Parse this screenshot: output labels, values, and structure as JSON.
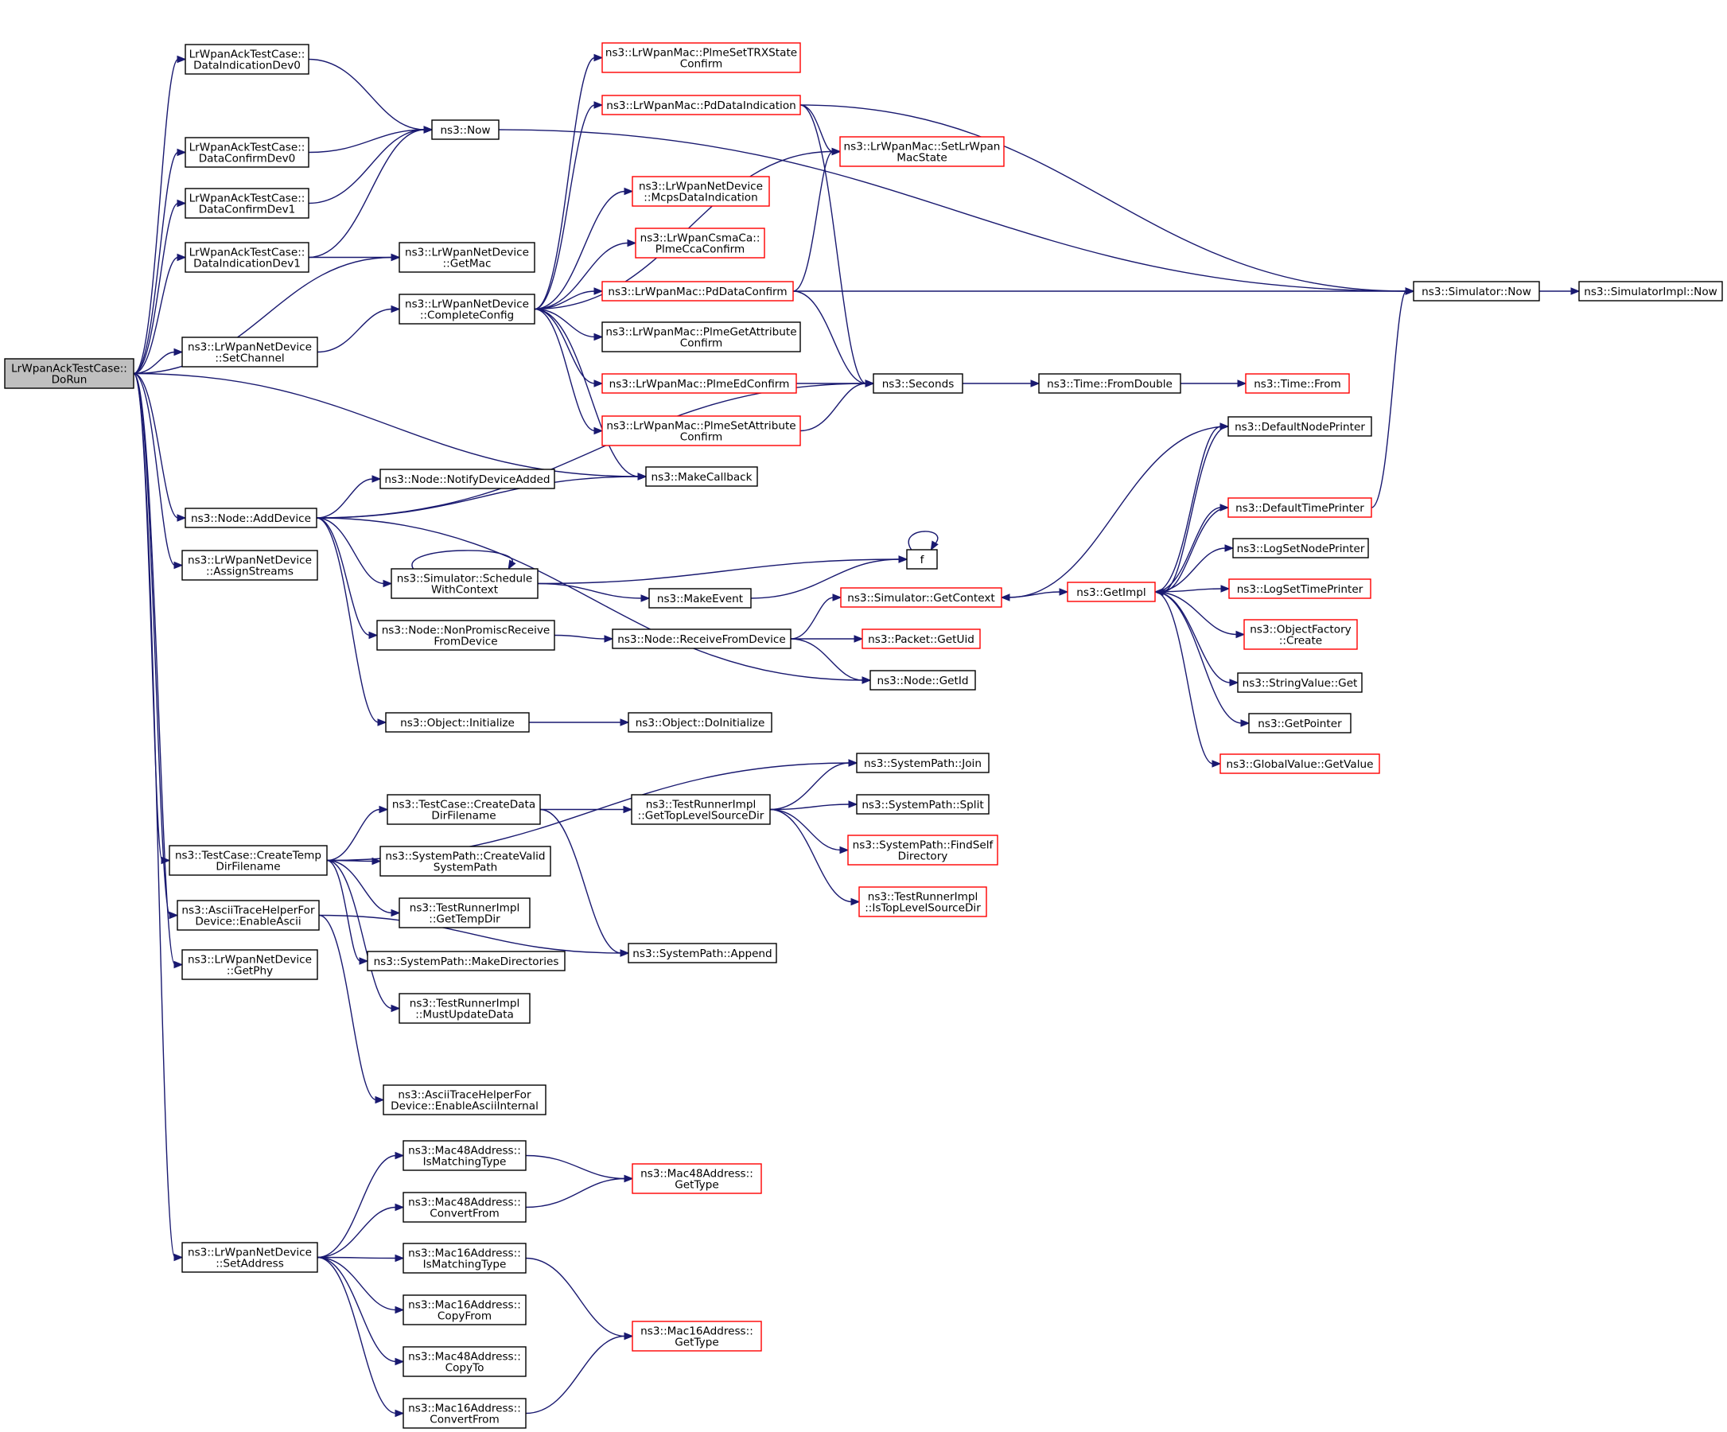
{
  "colors": {
    "edge": "#191970",
    "border_normal": "#000000",
    "border_truncated": "#ff0000",
    "root_fill": "#bfbfbf",
    "node_fill": "#ffffff"
  },
  "nodes": [
    {
      "id": "root",
      "lines": [
        "LrWpanAckTestCase::",
        "DoRun"
      ],
      "style": "root"
    },
    {
      "id": "dataIndDev0",
      "lines": [
        "LrWpanAckTestCase::",
        "DataIndicationDev0"
      ],
      "style": "normal"
    },
    {
      "id": "dataConfDev0",
      "lines": [
        "LrWpanAckTestCase::",
        "DataConfirmDev0"
      ],
      "style": "normal"
    },
    {
      "id": "dataConfDev1",
      "lines": [
        "LrWpanAckTestCase::",
        "DataConfirmDev1"
      ],
      "style": "normal"
    },
    {
      "id": "dataIndDev1",
      "lines": [
        "LrWpanAckTestCase::",
        "DataIndicationDev1"
      ],
      "style": "normal"
    },
    {
      "id": "setChannel",
      "lines": [
        "ns3::LrWpanNetDevice",
        "::SetChannel"
      ],
      "style": "normal"
    },
    {
      "id": "addDevice",
      "lines": [
        "ns3::Node::AddDevice"
      ],
      "style": "normal"
    },
    {
      "id": "assignStreams",
      "lines": [
        "ns3::LrWpanNetDevice",
        "::AssignStreams"
      ],
      "style": "normal"
    },
    {
      "id": "createTemp",
      "lines": [
        "ns3::TestCase::CreateTemp",
        "DirFilename"
      ],
      "style": "normal"
    },
    {
      "id": "enableAscii",
      "lines": [
        "ns3::AsciiTraceHelperFor",
        "Device::EnableAscii"
      ],
      "style": "normal"
    },
    {
      "id": "getPhy",
      "lines": [
        "ns3::LrWpanNetDevice",
        "::GetPhy"
      ],
      "style": "normal"
    },
    {
      "id": "setAddress",
      "lines": [
        "ns3::LrWpanNetDevice",
        "::SetAddress"
      ],
      "style": "normal"
    },
    {
      "id": "ns3Now",
      "lines": [
        "ns3::Now"
      ],
      "style": "normal"
    },
    {
      "id": "getMac",
      "lines": [
        "ns3::LrWpanNetDevice",
        "::GetMac"
      ],
      "style": "normal"
    },
    {
      "id": "completeConfig",
      "lines": [
        "ns3::LrWpanNetDevice",
        "::CompleteConfig"
      ],
      "style": "normal"
    },
    {
      "id": "notifyDeviceAdded",
      "lines": [
        "ns3::Node::NotifyDeviceAdded"
      ],
      "style": "normal"
    },
    {
      "id": "scheduleWithContext",
      "lines": [
        "ns3::Simulator::Schedule",
        "WithContext"
      ],
      "style": "normal"
    },
    {
      "id": "nonPromisc",
      "lines": [
        "ns3::Node::NonPromiscReceive",
        "FromDevice"
      ],
      "style": "normal"
    },
    {
      "id": "objInitialize",
      "lines": [
        "ns3::Object::Initialize"
      ],
      "style": "normal"
    },
    {
      "id": "createDataDir",
      "lines": [
        "ns3::TestCase::CreateData",
        "DirFilename"
      ],
      "style": "normal"
    },
    {
      "id": "createValid",
      "lines": [
        "ns3::SystemPath::CreateValid",
        "SystemPath"
      ],
      "style": "normal"
    },
    {
      "id": "getTempDir",
      "lines": [
        "ns3::TestRunnerImpl",
        "::GetTempDir"
      ],
      "style": "normal"
    },
    {
      "id": "makeDirs",
      "lines": [
        "ns3::SystemPath::MakeDirectories"
      ],
      "style": "normal"
    },
    {
      "id": "mustUpdate",
      "lines": [
        "ns3::TestRunnerImpl",
        "::MustUpdateData"
      ],
      "style": "normal"
    },
    {
      "id": "enableAsciiInternal",
      "lines": [
        "ns3::AsciiTraceHelperFor",
        "Device::EnableAsciiInternal"
      ],
      "style": "normal"
    },
    {
      "id": "mac48IsMatching",
      "lines": [
        "ns3::Mac48Address::",
        "IsMatchingType"
      ],
      "style": "normal"
    },
    {
      "id": "mac48ConvertFrom",
      "lines": [
        "ns3::Mac48Address::",
        "ConvertFrom"
      ],
      "style": "normal"
    },
    {
      "id": "mac16IsMatching",
      "lines": [
        "ns3::Mac16Address::",
        "IsMatchingType"
      ],
      "style": "normal"
    },
    {
      "id": "mac16CopyFrom",
      "lines": [
        "ns3::Mac16Address::",
        "CopyFrom"
      ],
      "style": "normal"
    },
    {
      "id": "mac48CopyTo",
      "lines": [
        "ns3::Mac48Address::",
        "CopyTo"
      ],
      "style": "normal"
    },
    {
      "id": "mac16ConvertFrom",
      "lines": [
        "ns3::Mac16Address::",
        "ConvertFrom"
      ],
      "style": "normal"
    },
    {
      "id": "plmeSetTRX",
      "lines": [
        "ns3::LrWpanMac::PlmeSetTRXState",
        "Confirm"
      ],
      "style": "truncated"
    },
    {
      "id": "pdDataInd",
      "lines": [
        "ns3::LrWpanMac::PdDataIndication"
      ],
      "style": "truncated"
    },
    {
      "id": "mcpsDataInd",
      "lines": [
        "ns3::LrWpanNetDevice",
        "::McpsDataIndication"
      ],
      "style": "truncated"
    },
    {
      "id": "plmeCca",
      "lines": [
        "ns3::LrWpanCsmaCa::",
        "PlmeCcaConfirm"
      ],
      "style": "truncated"
    },
    {
      "id": "pdDataConf",
      "lines": [
        "ns3::LrWpanMac::PdDataConfirm"
      ],
      "style": "truncated"
    },
    {
      "id": "plmeGetAttr",
      "lines": [
        "ns3::LrWpanMac::PlmeGetAttribute",
        "Confirm"
      ],
      "style": "normal"
    },
    {
      "id": "plmeEd",
      "lines": [
        "ns3::LrWpanMac::PlmeEdConfirm"
      ],
      "style": "truncated"
    },
    {
      "id": "plmeSetAttr",
      "lines": [
        "ns3::LrWpanMac::PlmeSetAttribute",
        "Confirm"
      ],
      "style": "truncated"
    },
    {
      "id": "makeCallback",
      "lines": [
        "ns3::MakeCallback"
      ],
      "style": "normal"
    },
    {
      "id": "f",
      "lines": [
        "f"
      ],
      "style": "normal"
    },
    {
      "id": "makeEvent",
      "lines": [
        "ns3::MakeEvent"
      ],
      "style": "normal"
    },
    {
      "id": "receiveFromDevice",
      "lines": [
        "ns3::Node::ReceiveFromDevice"
      ],
      "style": "normal"
    },
    {
      "id": "doInitialize",
      "lines": [
        "ns3::Object::DoInitialize"
      ],
      "style": "normal"
    },
    {
      "id": "getTopLevel",
      "lines": [
        "ns3::TestRunnerImpl",
        "::GetTopLevelSourceDir"
      ],
      "style": "normal"
    },
    {
      "id": "append",
      "lines": [
        "ns3::SystemPath::Append"
      ],
      "style": "normal"
    },
    {
      "id": "mac48GetType",
      "lines": [
        "ns3::Mac48Address::",
        "GetType"
      ],
      "style": "truncated"
    },
    {
      "id": "mac16GetType",
      "lines": [
        "ns3::Mac16Address::",
        "GetType"
      ],
      "style": "truncated"
    },
    {
      "id": "setLrWpanMacState",
      "lines": [
        "ns3::LrWpanMac::SetLrWpan",
        "MacState"
      ],
      "style": "truncated"
    },
    {
      "id": "seconds",
      "lines": [
        "ns3::Seconds"
      ],
      "style": "normal"
    },
    {
      "id": "getContext",
      "lines": [
        "ns3::Simulator::GetContext"
      ],
      "style": "truncated"
    },
    {
      "id": "getUid",
      "lines": [
        "ns3::Packet::GetUid"
      ],
      "style": "truncated"
    },
    {
      "id": "getId",
      "lines": [
        "ns3::Node::GetId"
      ],
      "style": "normal"
    },
    {
      "id": "join",
      "lines": [
        "ns3::SystemPath::Join"
      ],
      "style": "normal"
    },
    {
      "id": "split",
      "lines": [
        "ns3::SystemPath::Split"
      ],
      "style": "normal"
    },
    {
      "id": "findSelf",
      "lines": [
        "ns3::SystemPath::FindSelf",
        "Directory"
      ],
      "style": "truncated"
    },
    {
      "id": "isTopLevel",
      "lines": [
        "ns3::TestRunnerImpl",
        "::IsTopLevelSourceDir"
      ],
      "style": "truncated"
    },
    {
      "id": "fromDouble",
      "lines": [
        "ns3::Time::FromDouble"
      ],
      "style": "normal"
    },
    {
      "id": "getImpl",
      "lines": [
        "ns3::GetImpl"
      ],
      "style": "truncated"
    },
    {
      "id": "simNow",
      "lines": [
        "ns3::Simulator::Now"
      ],
      "style": "normal"
    },
    {
      "id": "timeFrom",
      "lines": [
        "ns3::Time::From"
      ],
      "style": "truncated"
    },
    {
      "id": "defaultNodePrinter",
      "lines": [
        "ns3::DefaultNodePrinter"
      ],
      "style": "normal"
    },
    {
      "id": "defaultTimePrinter",
      "lines": [
        "ns3::DefaultTimePrinter"
      ],
      "style": "truncated"
    },
    {
      "id": "logSetNodePrinter",
      "lines": [
        "ns3::LogSetNodePrinter"
      ],
      "style": "normal"
    },
    {
      "id": "logSetTimePrinter",
      "lines": [
        "ns3::LogSetTimePrinter"
      ],
      "style": "truncated"
    },
    {
      "id": "objectFactoryCreate",
      "lines": [
        "ns3::ObjectFactory",
        "::Create"
      ],
      "style": "truncated"
    },
    {
      "id": "stringValueGet",
      "lines": [
        "ns3::StringValue::Get"
      ],
      "style": "normal"
    },
    {
      "id": "getPointer",
      "lines": [
        "ns3::GetPointer"
      ],
      "style": "normal"
    },
    {
      "id": "globalValueGetValue",
      "lines": [
        "ns3::GlobalValue::GetValue"
      ],
      "style": "truncated"
    },
    {
      "id": "simImplNow",
      "lines": [
        "ns3::SimulatorImpl::Now"
      ],
      "style": "normal"
    }
  ],
  "edges": [
    [
      "root",
      "dataIndDev0"
    ],
    [
      "root",
      "dataConfDev0"
    ],
    [
      "root",
      "dataConfDev1"
    ],
    [
      "root",
      "dataIndDev1"
    ],
    [
      "root",
      "getMac"
    ],
    [
      "root",
      "setChannel"
    ],
    [
      "root",
      "makeCallback"
    ],
    [
      "root",
      "addDevice"
    ],
    [
      "root",
      "assignStreams"
    ],
    [
      "root",
      "createTemp"
    ],
    [
      "root",
      "enableAscii"
    ],
    [
      "root",
      "getPhy"
    ],
    [
      "root",
      "setAddress"
    ],
    [
      "dataIndDev0",
      "ns3Now"
    ],
    [
      "dataConfDev0",
      "ns3Now"
    ],
    [
      "dataConfDev1",
      "ns3Now"
    ],
    [
      "dataIndDev1",
      "ns3Now"
    ],
    [
      "dataIndDev1",
      "getMac"
    ],
    [
      "setChannel",
      "completeConfig"
    ],
    [
      "ns3Now",
      "simNow"
    ],
    [
      "completeConfig",
      "plmeSetTRX"
    ],
    [
      "completeConfig",
      "pdDataInd"
    ],
    [
      "completeConfig",
      "setLrWpanMacState"
    ],
    [
      "completeConfig",
      "mcpsDataInd"
    ],
    [
      "completeConfig",
      "plmeCca"
    ],
    [
      "completeConfig",
      "pdDataConf"
    ],
    [
      "completeConfig",
      "plmeGetAttr"
    ],
    [
      "completeConfig",
      "plmeEd"
    ],
    [
      "completeConfig",
      "plmeSetAttr"
    ],
    [
      "completeConfig",
      "makeCallback"
    ],
    [
      "pdDataInd",
      "setLrWpanMacState"
    ],
    [
      "pdDataInd",
      "seconds"
    ],
    [
      "pdDataInd",
      "simNow"
    ],
    [
      "pdDataConf",
      "setLrWpanMacState"
    ],
    [
      "pdDataConf",
      "seconds"
    ],
    [
      "pdDataConf",
      "simNow"
    ],
    [
      "plmeEd",
      "seconds"
    ],
    [
      "plmeSetAttr",
      "seconds"
    ],
    [
      "addDevice",
      "makeCallback"
    ],
    [
      "addDevice",
      "notifyDeviceAdded"
    ],
    [
      "addDevice",
      "seconds"
    ],
    [
      "addDevice",
      "scheduleWithContext"
    ],
    [
      "addDevice",
      "nonPromisc"
    ],
    [
      "addDevice",
      "getId"
    ],
    [
      "addDevice",
      "objInitialize"
    ],
    [
      "scheduleWithContext",
      "scheduleWithContext"
    ],
    [
      "scheduleWithContext",
      "f"
    ],
    [
      "scheduleWithContext",
      "makeEvent"
    ],
    [
      "f",
      "f"
    ],
    [
      "makeEvent",
      "f"
    ],
    [
      "nonPromisc",
      "receiveFromDevice"
    ],
    [
      "receiveFromDevice",
      "getContext"
    ],
    [
      "receiveFromDevice",
      "getUid"
    ],
    [
      "receiveFromDevice",
      "getId"
    ],
    [
      "objInitialize",
      "doInitialize"
    ],
    [
      "seconds",
      "fromDouble"
    ],
    [
      "fromDouble",
      "timeFrom"
    ],
    [
      "getContext",
      "getImpl"
    ],
    [
      "getImpl",
      "defaultNodePrinter"
    ],
    [
      "getImpl",
      "defaultTimePrinter"
    ],
    [
      "getImpl",
      "logSetNodePrinter"
    ],
    [
      "getImpl",
      "logSetTimePrinter"
    ],
    [
      "getImpl",
      "objectFactoryCreate"
    ],
    [
      "getImpl",
      "stringValueGet"
    ],
    [
      "getImpl",
      "getPointer"
    ],
    [
      "getImpl",
      "globalValueGetValue"
    ],
    [
      "defaultNodePrinter",
      "getContext"
    ],
    [
      "defaultNodePrinter",
      "getImpl"
    ],
    [
      "defaultTimePrinter",
      "simNow"
    ],
    [
      "defaultTimePrinter",
      "getImpl"
    ],
    [
      "simNow",
      "simImplNow"
    ],
    [
      "createTemp",
      "join"
    ],
    [
      "createTemp",
      "createDataDir"
    ],
    [
      "createTemp",
      "createValid"
    ],
    [
      "createTemp",
      "getTempDir"
    ],
    [
      "createTemp",
      "makeDirs"
    ],
    [
      "createTemp",
      "mustUpdate"
    ],
    [
      "createDataDir",
      "getTopLevel"
    ],
    [
      "createDataDir",
      "append"
    ],
    [
      "getTopLevel",
      "join"
    ],
    [
      "getTopLevel",
      "split"
    ],
    [
      "getTopLevel",
      "findSelf"
    ],
    [
      "getTopLevel",
      "isTopLevel"
    ],
    [
      "enableAscii",
      "enableAsciiInternal"
    ],
    [
      "enableAscii",
      "append"
    ],
    [
      "setAddress",
      "mac48IsMatching"
    ],
    [
      "setAddress",
      "mac48ConvertFrom"
    ],
    [
      "setAddress",
      "mac16IsMatching"
    ],
    [
      "setAddress",
      "mac16CopyFrom"
    ],
    [
      "setAddress",
      "mac48CopyTo"
    ],
    [
      "setAddress",
      "mac16ConvertFrom"
    ],
    [
      "mac48IsMatching",
      "mac48GetType"
    ],
    [
      "mac48ConvertFrom",
      "mac48GetType"
    ],
    [
      "mac16IsMatching",
      "mac16GetType"
    ],
    [
      "mac16ConvertFrom",
      "mac16GetType"
    ]
  ]
}
